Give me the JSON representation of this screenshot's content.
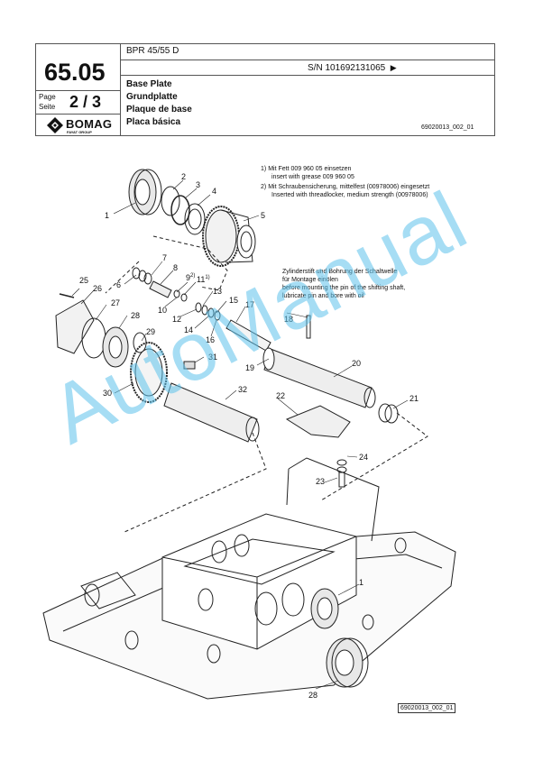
{
  "header": {
    "page_number": "65.05",
    "model": "BPR 45/55 D",
    "serial": "S/N 101692131065",
    "serial_arrow": "▶",
    "page_label_en": "Page",
    "page_label_de": "Seite",
    "page_of": "2 / 3",
    "brand": "BOMAG",
    "brand_sub": "FAYAT GROUP",
    "titles": [
      "Base Plate",
      "Grundplatte",
      "Plaque de base",
      "Placa básica"
    ],
    "doc_ref": "69020013_002_01"
  },
  "notes": [
    {
      "num": "1)",
      "de": "Mit Fett 009 960 05 einsetzen",
      "en": "insert  with grease  009 960 05"
    },
    {
      "num": "2)",
      "de": "Mit Schraubensicherung, mittelfest (00978006) eingesetzt",
      "en": "Inserted with threadlocker, medium strength (00978006)"
    }
  ],
  "note_pin": [
    "Zylinderstift und Bohrung der Schaltwelle",
    "für Montage einölen",
    "before mounting the pin of the shifting shaft,",
    "lubricate pin and bore with oil"
  ],
  "callouts": {
    "c1": "1",
    "c2": "2",
    "c3": "3",
    "c4": "4",
    "c5": "5",
    "c6": "6",
    "c7": "7",
    "c8": "8",
    "c9": "9",
    "c9s": "2)",
    "c10": "10",
    "c11": "11",
    "c11s": "1)",
    "c12": "12",
    "c13": "13",
    "c14": "14",
    "c15": "15",
    "c16": "16",
    "c17": "17",
    "c18": "18",
    "c19": "19",
    "c20": "20",
    "c21": "21",
    "c22": "22",
    "c23": "23",
    "c24": "24",
    "c25": "25",
    "c26": "26",
    "c27": "27",
    "c28": "28",
    "c29": "29",
    "c30": "30",
    "c31": "31",
    "c32": "32",
    "c1b": "1",
    "c28b": "28"
  },
  "drawing_ref": "69020013_002_01",
  "watermark": "AutoManual"
}
